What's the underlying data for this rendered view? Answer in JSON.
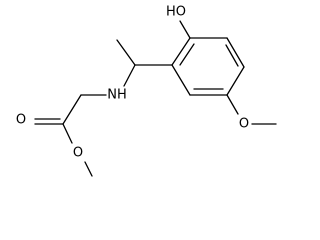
{
  "atoms": {
    "hydroxyl": "HO",
    "amine": "NH",
    "carbonyl_oxygen": "O",
    "ester_oxygen": "O",
    "methoxy_oxygen": "O"
  }
}
